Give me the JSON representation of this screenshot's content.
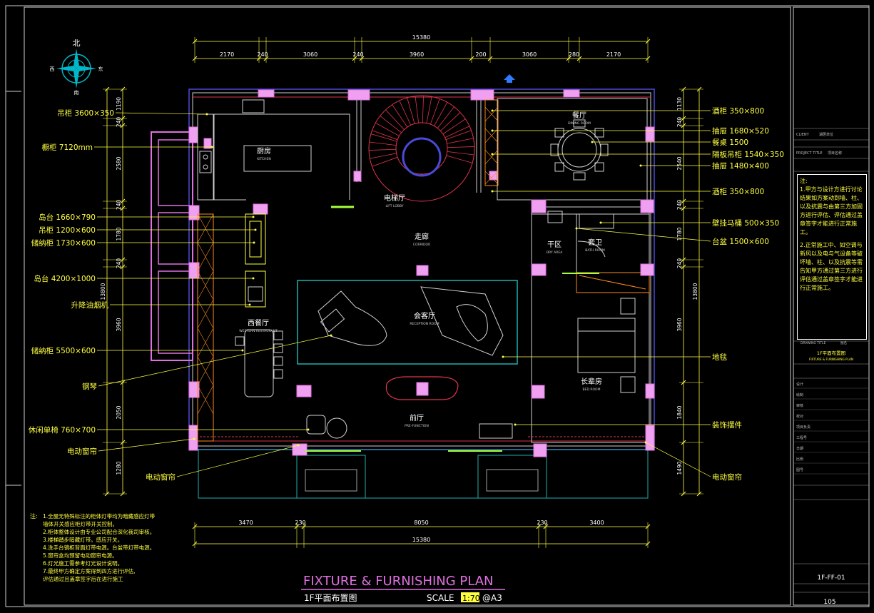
{
  "compass": {
    "north": "北",
    "south": "南",
    "east": "东",
    "west": "西"
  },
  "dims": {
    "top_total": "15380",
    "top": [
      "2170",
      "240",
      "3060",
      "240",
      "3960",
      "200",
      "3060",
      "280",
      "2170"
    ],
    "bottom_total": "15380",
    "bottom": [
      "3470",
      "230",
      "8050",
      "230",
      "3400"
    ],
    "left_total": "13800",
    "left": [
      "1190",
      "240",
      "2580",
      "240",
      "1780",
      "240",
      "3960",
      "2050",
      "1280"
    ],
    "right_total": "13800",
    "right": [
      "1130",
      "240",
      "2540",
      "240",
      "1780",
      "240",
      "3960",
      "1840",
      "1490"
    ]
  },
  "rooms": [
    {
      "cn": "厨房",
      "en": "KITCHEN"
    },
    {
      "cn": "电梯厅",
      "en": "LIFT LOBBY"
    },
    {
      "cn": "餐厅",
      "en": "DINING ROOM"
    },
    {
      "cn": "走廊",
      "en": "CORRIDOR"
    },
    {
      "cn": "干区",
      "en": "DRY AREA"
    },
    {
      "cn": "套卫",
      "en": "BATH ROOM"
    },
    {
      "cn": "会客厅",
      "en": "RECEPTION ROOM"
    },
    {
      "cn": "西餐厅",
      "en": "WESTERN RESTAURANT"
    },
    {
      "cn": "长辈房",
      "en": "BED ROOM"
    },
    {
      "cn": "前厅",
      "en": "PRE-FUNCTION"
    }
  ],
  "left_labels": [
    "吊柜 3600×350",
    "橱柜 7120mm",
    "岛台 1660×790",
    "吊柜 1200×600",
    "储纳柜 1730×600",
    "岛台 4200×1000",
    "升降油烟机",
    "储纳柜 5500×600",
    "钢琴",
    "休闲单椅 760×700",
    "电动窗帘",
    "电动窗帘"
  ],
  "right_labels": [
    "酒柜 350×800",
    "抽屉 1680×520",
    "餐桌 1500",
    "隔板吊柜 1540×350",
    "抽屉 1480×400",
    "酒柜 350×800",
    "壁挂马桶 500×350",
    "台盆 1500×600",
    "地毯",
    "装饰摆件",
    "电动窗帘"
  ],
  "notes": {
    "title": "注:",
    "lines": [
      "1.全屋无特殊标注的柜体灯带均为暗藏感应灯带",
      "  墙体开关感应柜灯带开关控制。",
      "2.柜体整体设计由专业公司配合深化我司审核。",
      "3.楼梯踏步暗藏灯带。感应开关。",
      "4.洗手台镜柜背面灯带电源。台盆带灯带电源。",
      "5.窗帘盒均预留电动窗帘电源。",
      "6.灯光施工需参考灯光设计说明。",
      "7.最终甲方确定方案得到四方进行评估,",
      "  评估通过且盖章签字后在进行施工"
    ]
  },
  "drawing_title": {
    "en": "FIXTURE & FURNISHING PLAN",
    "cn": "1F平面布置图",
    "scale_label": "SCALE",
    "scale_value": "1:70",
    "paper": "@A3"
  },
  "title_block": {
    "client_label": "CLIENT",
    "client_value": "湖居单位",
    "project_label": "PROJECT TITLE",
    "project_value": "项目名称",
    "note_title": "注:",
    "note_1": "1.甲方与设计方进行讨论结果如方案动到墙、柱、以及抗震与由第三方加固方进行评估、评估通过盖章签字才能进行正常施工。",
    "note_2": "2.正常施工中、如空调与新风以及电与气设备等破坏墙、柱、以及抗震等需告知甲方通过第三方进行评估通过盖章签字才能进行正常施工。",
    "drawing_title_label": "DRAWING TITLE",
    "drawing_title_value": "图名",
    "sheet_cn": "1F平面布置图",
    "sheet_en": "FIXTURE & FURNISHING PLAN",
    "sheet_no": "1F-FF-01",
    "page": "105",
    "rows": [
      "设计",
      "绘制",
      "审核",
      "校对",
      "项目负责",
      "工程号",
      "日期",
      "比例",
      "图号"
    ]
  }
}
